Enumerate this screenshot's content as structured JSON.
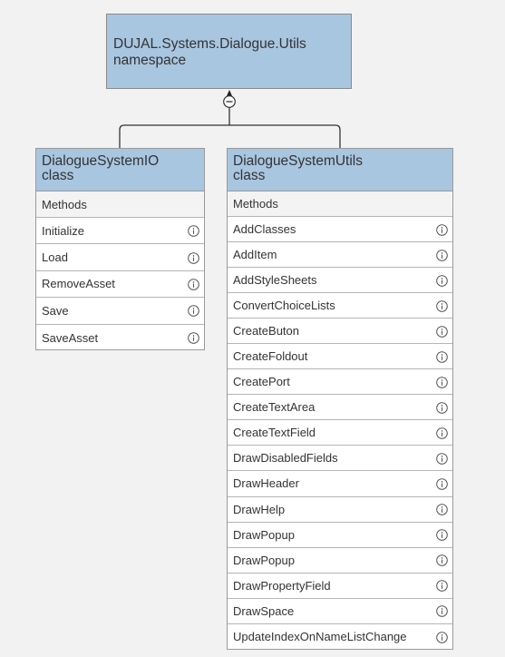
{
  "namespace": {
    "line1": "DUJAL.Systems.Dialogue.Utils",
    "line2": "namespace"
  },
  "classes": [
    {
      "name": "DialogueSystemIO",
      "kind": "class",
      "section": "Methods",
      "methods": [
        "Initialize",
        "Load",
        "RemoveAsset",
        "Save",
        "SaveAsset"
      ]
    },
    {
      "name": "DialogueSystemUtils",
      "kind": "class",
      "section": "Methods",
      "methods": [
        "AddClasses",
        "AddItem",
        "AddStyleSheets",
        "ConvertChoiceLists",
        "CreateButon",
        "CreateFoldout",
        "CreatePort",
        "CreateTextArea",
        "CreateTextField",
        "DrawDisabledFields",
        "DrawHeader",
        "DrawHelp",
        "DrawPopup",
        "DrawPopup",
        "DrawPropertyField",
        "DrawSpace",
        "UpdateIndexOnNameListChange"
      ]
    }
  ],
  "icons": {
    "info": "info-circle-icon",
    "collapse": "minus-circle-icon"
  }
}
